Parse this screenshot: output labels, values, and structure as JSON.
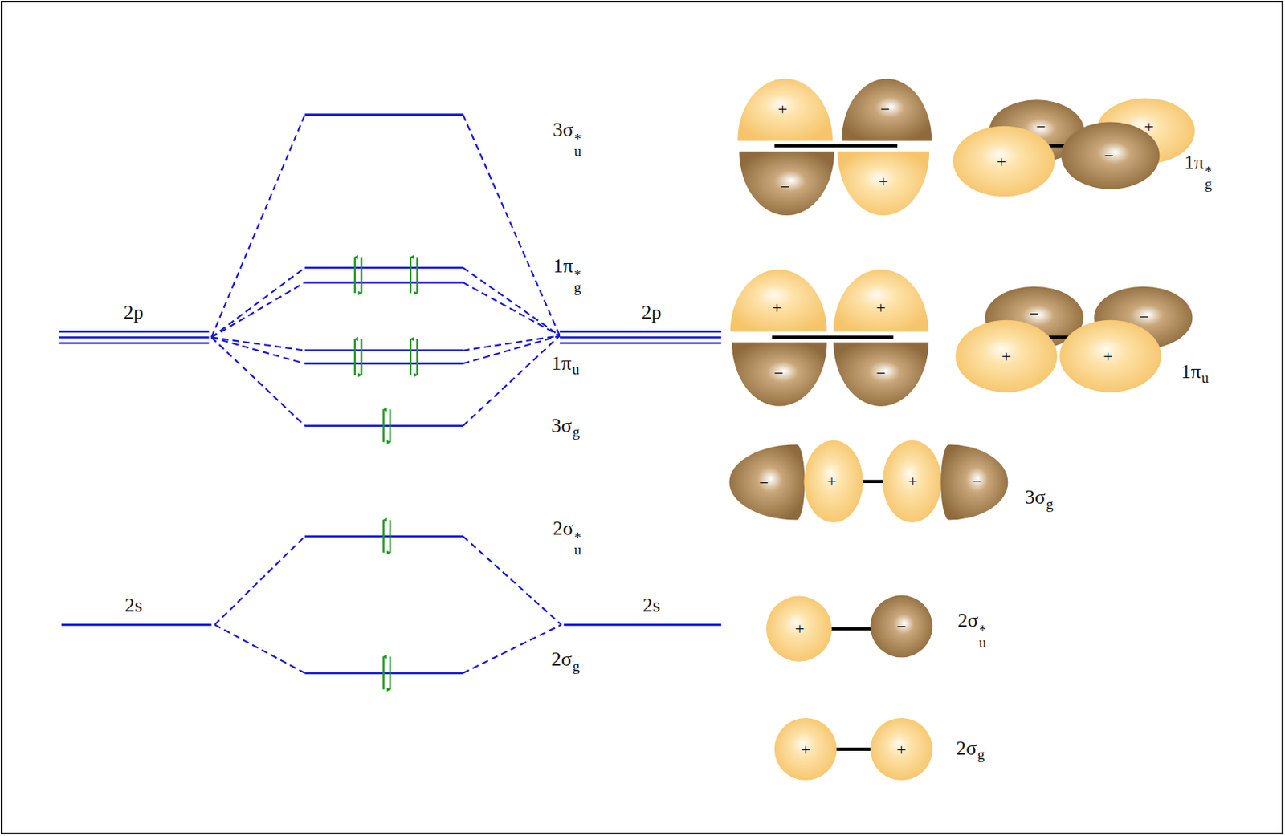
{
  "diagram": {
    "labels": [
      "3σu*",
      "1πg*",
      "2p",
      "2p",
      "1πu",
      "3σg",
      "2σu*",
      "2s",
      "2s",
      "2σg",
      "+",
      "−",
      "−",
      "+",
      "−",
      "+",
      "+",
      "−",
      "1πg*",
      "+",
      "+",
      "−",
      "−",
      "−",
      "−",
      "+",
      "+",
      "1πu",
      "−",
      "+",
      "+",
      "−",
      "3σg",
      "+",
      "−",
      "2σu*",
      "+",
      "+",
      "2σg"
    ]
  }
}
